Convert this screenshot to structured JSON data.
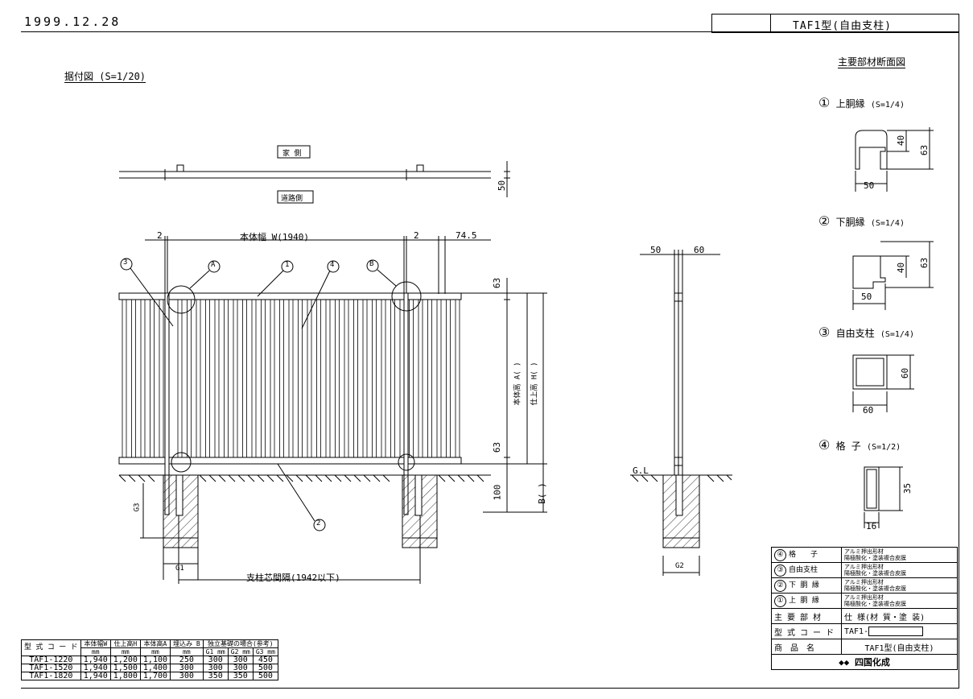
{
  "header": {
    "date": "1999.12.28",
    "model_title": "TAF1型(自由支柱)"
  },
  "layout_view": {
    "title": "据付図 (S=1/20)",
    "house_side": "家 側",
    "road_side": "道路側",
    "dim_50": "50"
  },
  "elevation": {
    "dim_2_left": "2",
    "dim_2_right": "2",
    "width_label": "本体幅 W(1940)",
    "dim_74_5": "74.5",
    "dim_63_top": "63",
    "dim_63_bottom": "63",
    "dim_100": "100",
    "height_A": "本体高 A( )",
    "height_H": "仕上高 H( )",
    "depth_B": "B( )",
    "g1": "G1",
    "g3": "G3",
    "pitch_label": "支柱芯間隔(1942以下)",
    "callouts": [
      "①",
      "②",
      "③",
      "④",
      "Ⓐ",
      "Ⓑ"
    ]
  },
  "side_view": {
    "dim_50": "50",
    "dim_60": "60",
    "gl": "G.L",
    "g2": "G2"
  },
  "sections": {
    "title": "主要部材断面図",
    "items": [
      {
        "no": "①",
        "name": "上胴縁",
        "scale": "(S=1/4)",
        "dims": [
          "40",
          "63",
          "50"
        ]
      },
      {
        "no": "②",
        "name": "下胴縁",
        "scale": "(S=1/4)",
        "dims": [
          "40",
          "63",
          "50"
        ]
      },
      {
        "no": "③",
        "name": "自由支柱",
        "scale": "(S=1/4)",
        "dims": [
          "60",
          "60"
        ]
      },
      {
        "no": "④",
        "name": "格 子",
        "scale": "(S=1/2)",
        "dims": [
          "35",
          "16"
        ]
      }
    ]
  },
  "title_block": {
    "rows": [
      {
        "no": "④",
        "name": "格　　子",
        "spec1": "アルミ押出形材",
        "spec2": "陽極酸化・塗装複合皮膜"
      },
      {
        "no": "③",
        "name": "自由支柱",
        "spec1": "アルミ押出形材",
        "spec2": "陽極酸化・塗装複合皮膜"
      },
      {
        "no": "②",
        "name": "下 胴 縁",
        "spec1": "アルミ押出形材",
        "spec2": "陽極酸化・塗装複合皮膜"
      },
      {
        "no": "①",
        "name": "上 胴 縁",
        "spec1": "アルミ押出形材",
        "spec2": "陽極酸化・塗装複合皮膜"
      }
    ],
    "main_parts": "主 要 部 材",
    "spec_header": "仕 様(材 質・塗 装)",
    "code_label": "型 式 コ ー ド",
    "code_value": "TAF1-",
    "product_label": "商　品　名",
    "product_value": "TAF1型(自由支柱)",
    "maker": "四国化成"
  },
  "spec_table": {
    "headers": [
      "型 式 コ ー ド",
      "本体幅W",
      "仕上高H",
      "本体高A",
      "埋込み B",
      "独立基礎の場合(参考)"
    ],
    "units": [
      "mm",
      "mm",
      "mm",
      "mm",
      "G1 mm",
      "G2 mm",
      "G3 mm"
    ],
    "rows": [
      [
        "TAF1-1220",
        "1,940",
        "1,200",
        "1,100",
        "250",
        "300",
        "300",
        "450"
      ],
      [
        "TAF1-1520",
        "1,940",
        "1,500",
        "1,400",
        "300",
        "300",
        "300",
        "500"
      ],
      [
        "TAF1-1820",
        "1,940",
        "1,800",
        "1,700",
        "300",
        "350",
        "350",
        "500"
      ]
    ]
  }
}
